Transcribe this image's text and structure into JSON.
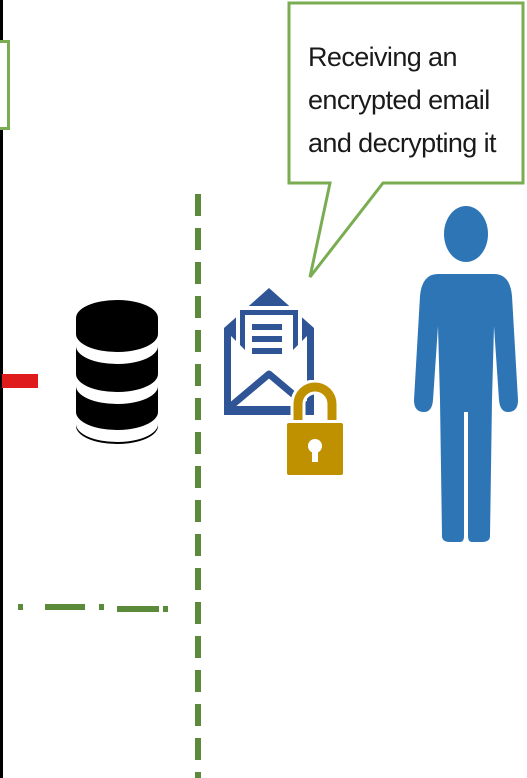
{
  "callout": {
    "lines": [
      "Receiving an",
      "encrypted email",
      "and decrypting it"
    ]
  },
  "icons": {
    "database": "database-icon",
    "envelope": "open-envelope-icon",
    "lock": "padlock-icon",
    "person": "person-icon"
  },
  "colors": {
    "callout_border": "#7aad52",
    "dashed_line": "#5b8a3a",
    "database": "#000000",
    "envelope": "#2f5597",
    "lock": "#bf9000",
    "person": "#2e75b6",
    "red_connector": "#e01b1b"
  }
}
